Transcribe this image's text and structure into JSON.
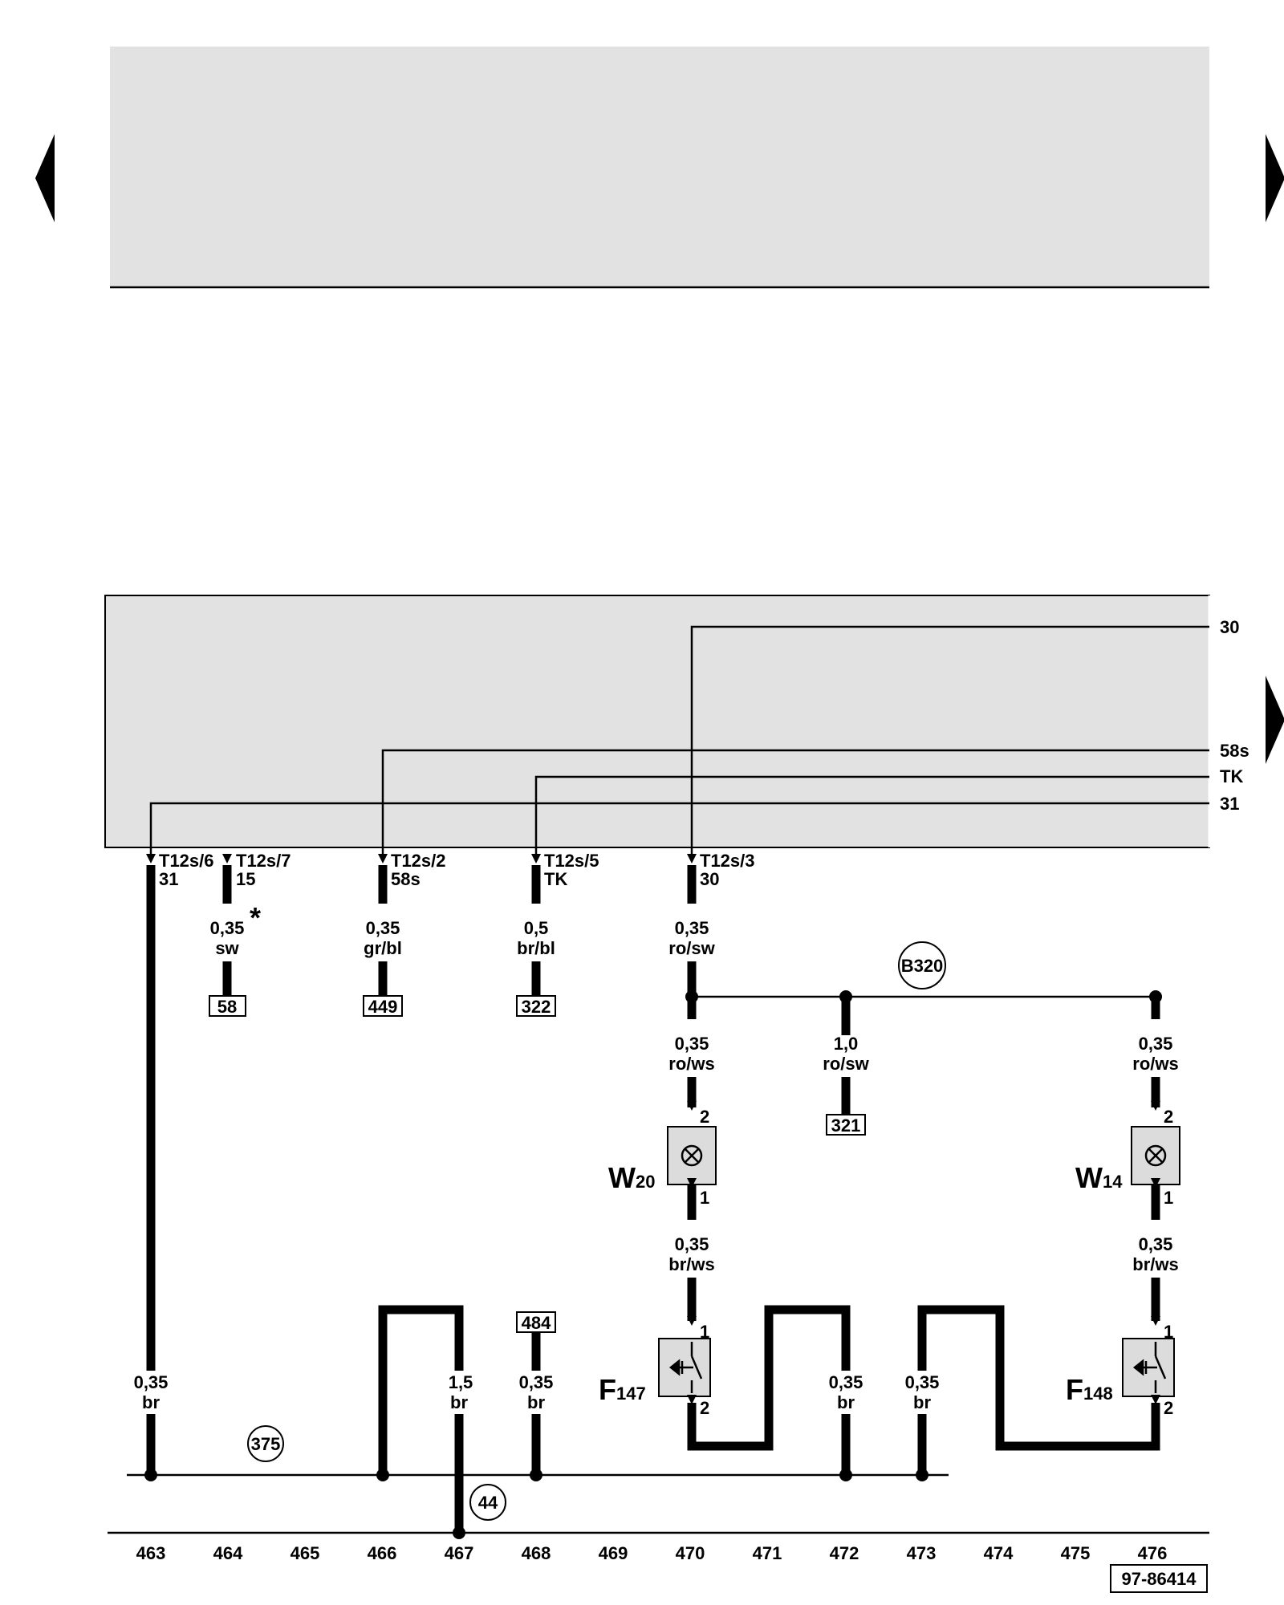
{
  "connectors": {
    "t12s_6": {
      "pin": "T12s/6",
      "term": "31"
    },
    "t12s_7": {
      "pin": "T12s/7",
      "term": "15"
    },
    "t12s_2": {
      "pin": "T12s/2",
      "term": "58s"
    },
    "t12s_5": {
      "pin": "T12s/5",
      "term": "TK"
    },
    "t12s_3": {
      "pin": "T12s/3",
      "term": "30"
    }
  },
  "panel_lines": {
    "l30": "30",
    "l58s": "58s",
    "ltk": "TK",
    "l31": "31"
  },
  "wires": {
    "w464": {
      "size": "0,35",
      "star": "*",
      "color": "sw"
    },
    "w466": {
      "size": "0,35",
      "color": "gr/bl"
    },
    "w468": {
      "size": "0,5",
      "color": "br/bl"
    },
    "w470": {
      "size": "0,35",
      "color": "ro/sw"
    },
    "w470b": {
      "size": "0,35",
      "color": "ro/ws"
    },
    "w472": {
      "size": "1,0",
      "color": "ro/sw"
    },
    "w476": {
      "size": "0,35",
      "color": "ro/ws"
    },
    "w470c": {
      "size": "0,35",
      "color": "br/ws"
    },
    "w476c": {
      "size": "0,35",
      "color": "br/ws"
    },
    "g463": {
      "size": "0,35",
      "color": "br"
    },
    "g467": {
      "size": "1,5",
      "color": "br"
    },
    "g468": {
      "size": "0,35",
      "color": "br"
    },
    "g472": {
      "size": "0,35",
      "color": "br"
    },
    "g473": {
      "size": "0,35",
      "color": "br"
    }
  },
  "refs": {
    "r58": "58",
    "r449": "449",
    "r322": "322",
    "r321": "321",
    "r484": "484"
  },
  "points": {
    "b320": "B320",
    "p375": "375",
    "p44": "44"
  },
  "components": {
    "w20": {
      "letter": "W",
      "num": "20",
      "pin_top": "2",
      "pin_bottom": "1"
    },
    "w14": {
      "letter": "W",
      "num": "14",
      "pin_top": "2",
      "pin_bottom": "1"
    },
    "f147": {
      "letter": "F",
      "num": "147",
      "pin_top": "1",
      "pin_bottom": "2"
    },
    "f148": {
      "letter": "F",
      "num": "148",
      "pin_top": "1",
      "pin_bottom": "2"
    }
  },
  "grid": [
    "463",
    "464",
    "465",
    "466",
    "467",
    "468",
    "469",
    "470",
    "471",
    "472",
    "473",
    "474",
    "475",
    "476"
  ],
  "diagram_id": "97-86414"
}
